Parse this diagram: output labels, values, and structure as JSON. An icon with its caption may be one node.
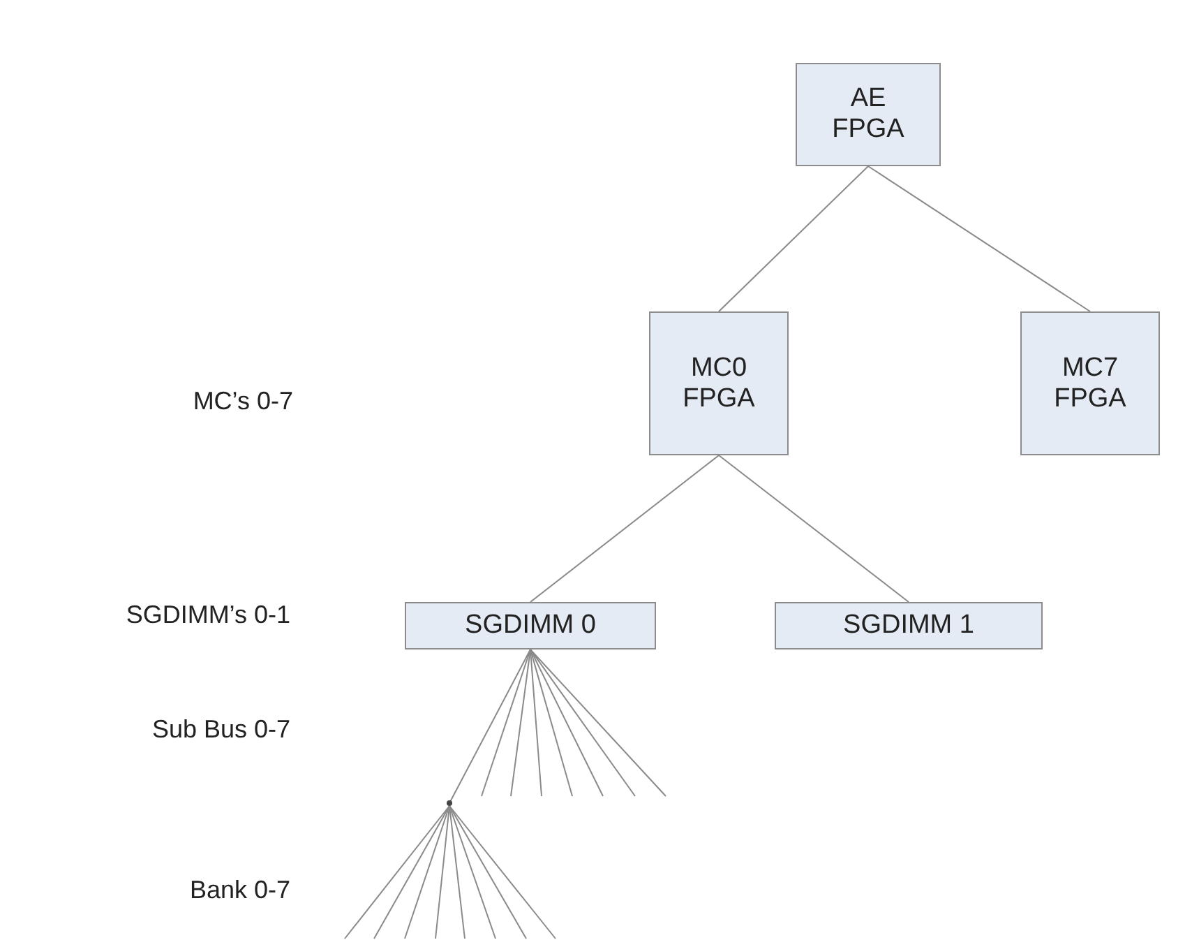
{
  "diagram": {
    "nodes": [
      {
        "text": [
          "AE FPGA"
        ]
      },
      {
        "text": [
          "MC0 FPGA"
        ]
      },
      {
        "text": [
          "MC7 FPGA"
        ]
      },
      {
        "text": [
          "SGDIMM 0"
        ]
      },
      {
        "text": [
          "SGDIMM 1"
        ]
      },
      {
        "text": [],
        "shape": "dot"
      }
    ],
    "edges": [
      {
        "from": 0,
        "to": 1,
        "arrow": "none"
      },
      {
        "from": 0,
        "to": 2,
        "arrow": "none"
      },
      {
        "from": 1,
        "to": 3,
        "arrow": "none"
      },
      {
        "from": 1,
        "to": 4,
        "arrow": "none"
      },
      {
        "from": 3,
        "to": 5,
        "arrow": "none"
      },
      {
        "from": 3,
        "to": null,
        "arrow": "none"
      },
      {
        "from": 3,
        "to": null,
        "arrow": "none"
      },
      {
        "from": 3,
        "to": null,
        "arrow": "none"
      },
      {
        "from": 3,
        "to": null,
        "arrow": "none"
      },
      {
        "from": 3,
        "to": null,
        "arrow": "none"
      },
      {
        "from": 3,
        "to": null,
        "arrow": "none"
      },
      {
        "from": 3,
        "to": null,
        "arrow": "none"
      },
      {
        "from": 5,
        "to": null,
        "arrow": "none"
      },
      {
        "from": 5,
        "to": null,
        "arrow": "none"
      },
      {
        "from": 5,
        "to": null,
        "arrow": "none"
      },
      {
        "from": 5,
        "to": null,
        "arrow": "none"
      },
      {
        "from": 5,
        "to": null,
        "arrow": "none"
      },
      {
        "from": 5,
        "to": null,
        "arrow": "none"
      },
      {
        "from": 5,
        "to": null,
        "arrow": "none"
      },
      {
        "from": 5,
        "to": null,
        "arrow": "none"
      }
    ],
    "labels": [
      "MC’s 0-7",
      "SGDIMM’s 0-1",
      "Sub Bus 0-7",
      "Bank 0-7"
    ]
  }
}
